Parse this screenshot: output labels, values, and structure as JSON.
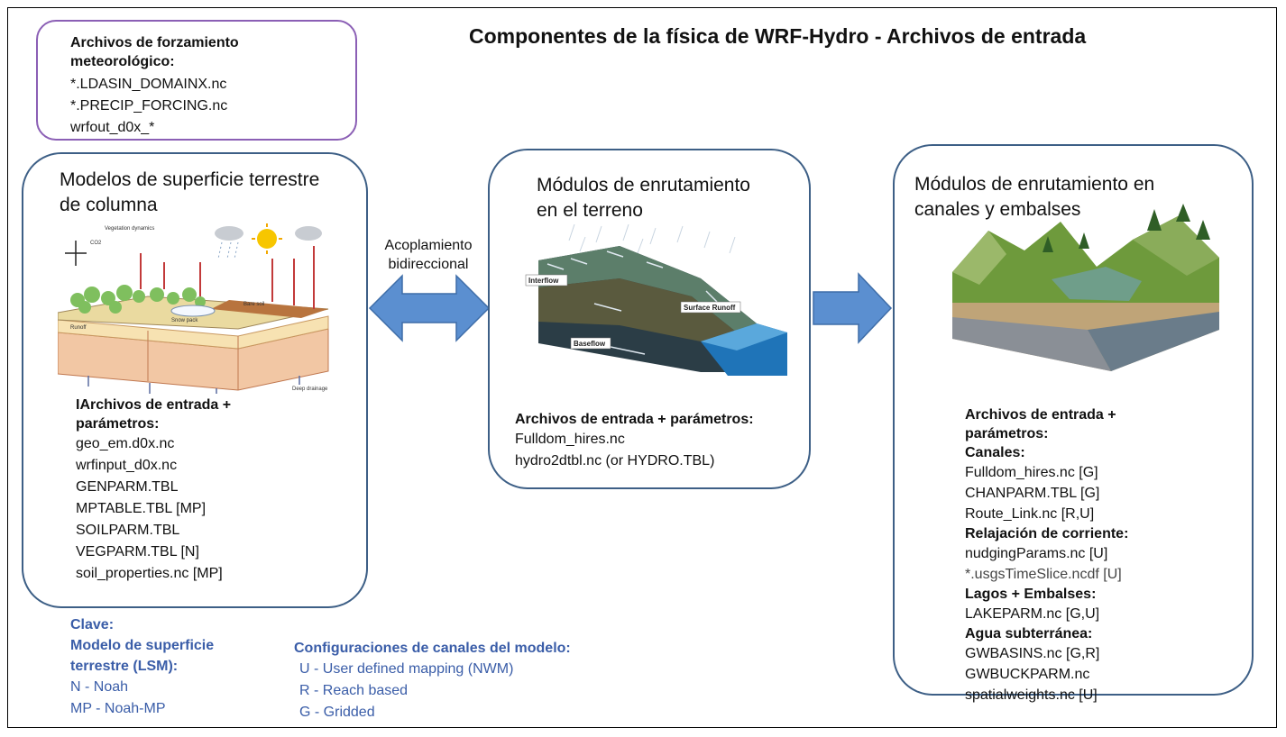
{
  "title": "Componentes de la física de WRF-Hydro - Archivos de entrada",
  "forcing": {
    "heading": [
      "Archivos de forzamiento",
      "meteorológico:"
    ],
    "files": [
      "*.LDASIN_DOMAINX.nc",
      "*.PRECIP_FORCING.nc",
      "wrfout_d0x_*"
    ]
  },
  "lsm": {
    "heading": [
      "Modelos de superficie terrestre",
      "de columna"
    ],
    "image_labels": {
      "vegetation_dynamics": "Vegetation dynamics",
      "runoff": "Runoff",
      "deep_drainage": "Deep drainage",
      "snow_pack": "Snow pack",
      "bare_soil": "Bare soil",
      "co2": "CO2"
    },
    "inputs_heading": [
      "IArchivos de entrada +",
      "parámetros:"
    ],
    "files": [
      "geo_em.d0x.nc",
      "wrfinput_d0x.nc",
      "GENPARM.TBL",
      "MPTABLE.TBL [MP]",
      "SOILPARM.TBL",
      "VEGPARM.TBL [N]",
      "soil_properties.nc [MP]"
    ]
  },
  "coupling": {
    "label": [
      "Acoplamiento",
      "bidireccional"
    ]
  },
  "terrain": {
    "heading": [
      "Módulos de enrutamiento",
      "en el terreno"
    ],
    "image_labels": {
      "interflow": "Interflow",
      "surface_runoff": "Surface Runoff",
      "baseflow": "Baseflow"
    },
    "inputs_heading": "Archivos de entrada + parámetros:",
    "files": [
      "Fulldom_hires.nc",
      "hydro2dtbl.nc (or HYDRO.TBL)"
    ]
  },
  "channel": {
    "heading": [
      "Módulos de enrutamiento en",
      "canales y embalses"
    ],
    "inputs_heading": [
      "Archivos de entrada +",
      "parámetros:"
    ],
    "groups": [
      {
        "title": "Canales:",
        "files": [
          "Fulldom_hires.nc [G]",
          "CHANPARM.TBL [G]",
          "Route_Link.nc [R,U]"
        ]
      },
      {
        "title": "Relajación de corriente:",
        "files": [
          "nudgingParams.nc [U]",
          "*.usgsTimeSlice.ncdf [U]"
        ]
      },
      {
        "title": "Lagos + Embalses:",
        "files": [
          "LAKEPARM.nc [G,U]"
        ]
      },
      {
        "title": "Agua subterránea:",
        "files": [
          "GWBASINS.nc [G,R]",
          "GWBUCKPARM.nc",
          "spatialweights.nc [U]"
        ]
      }
    ]
  },
  "key": {
    "title": "Clave:",
    "lsm_title": [
      "Modelo de superficie",
      "terrestre (LSM):"
    ],
    "lsm_items": [
      "N - Noah",
      "MP - Noah-MP"
    ],
    "channel_title": "Configuraciones de canales del modelo:",
    "channel_items": [
      "U - User defined mapping (NWM)",
      "R - Reach based",
      "G - Gridded"
    ]
  },
  "colors": {
    "arrow": "#5b8fd0",
    "arrow_border": "#3e6da8",
    "box_border": "#3d5f86",
    "forcing_border": "#8b5fb5",
    "key_text": "#3a5da8"
  }
}
